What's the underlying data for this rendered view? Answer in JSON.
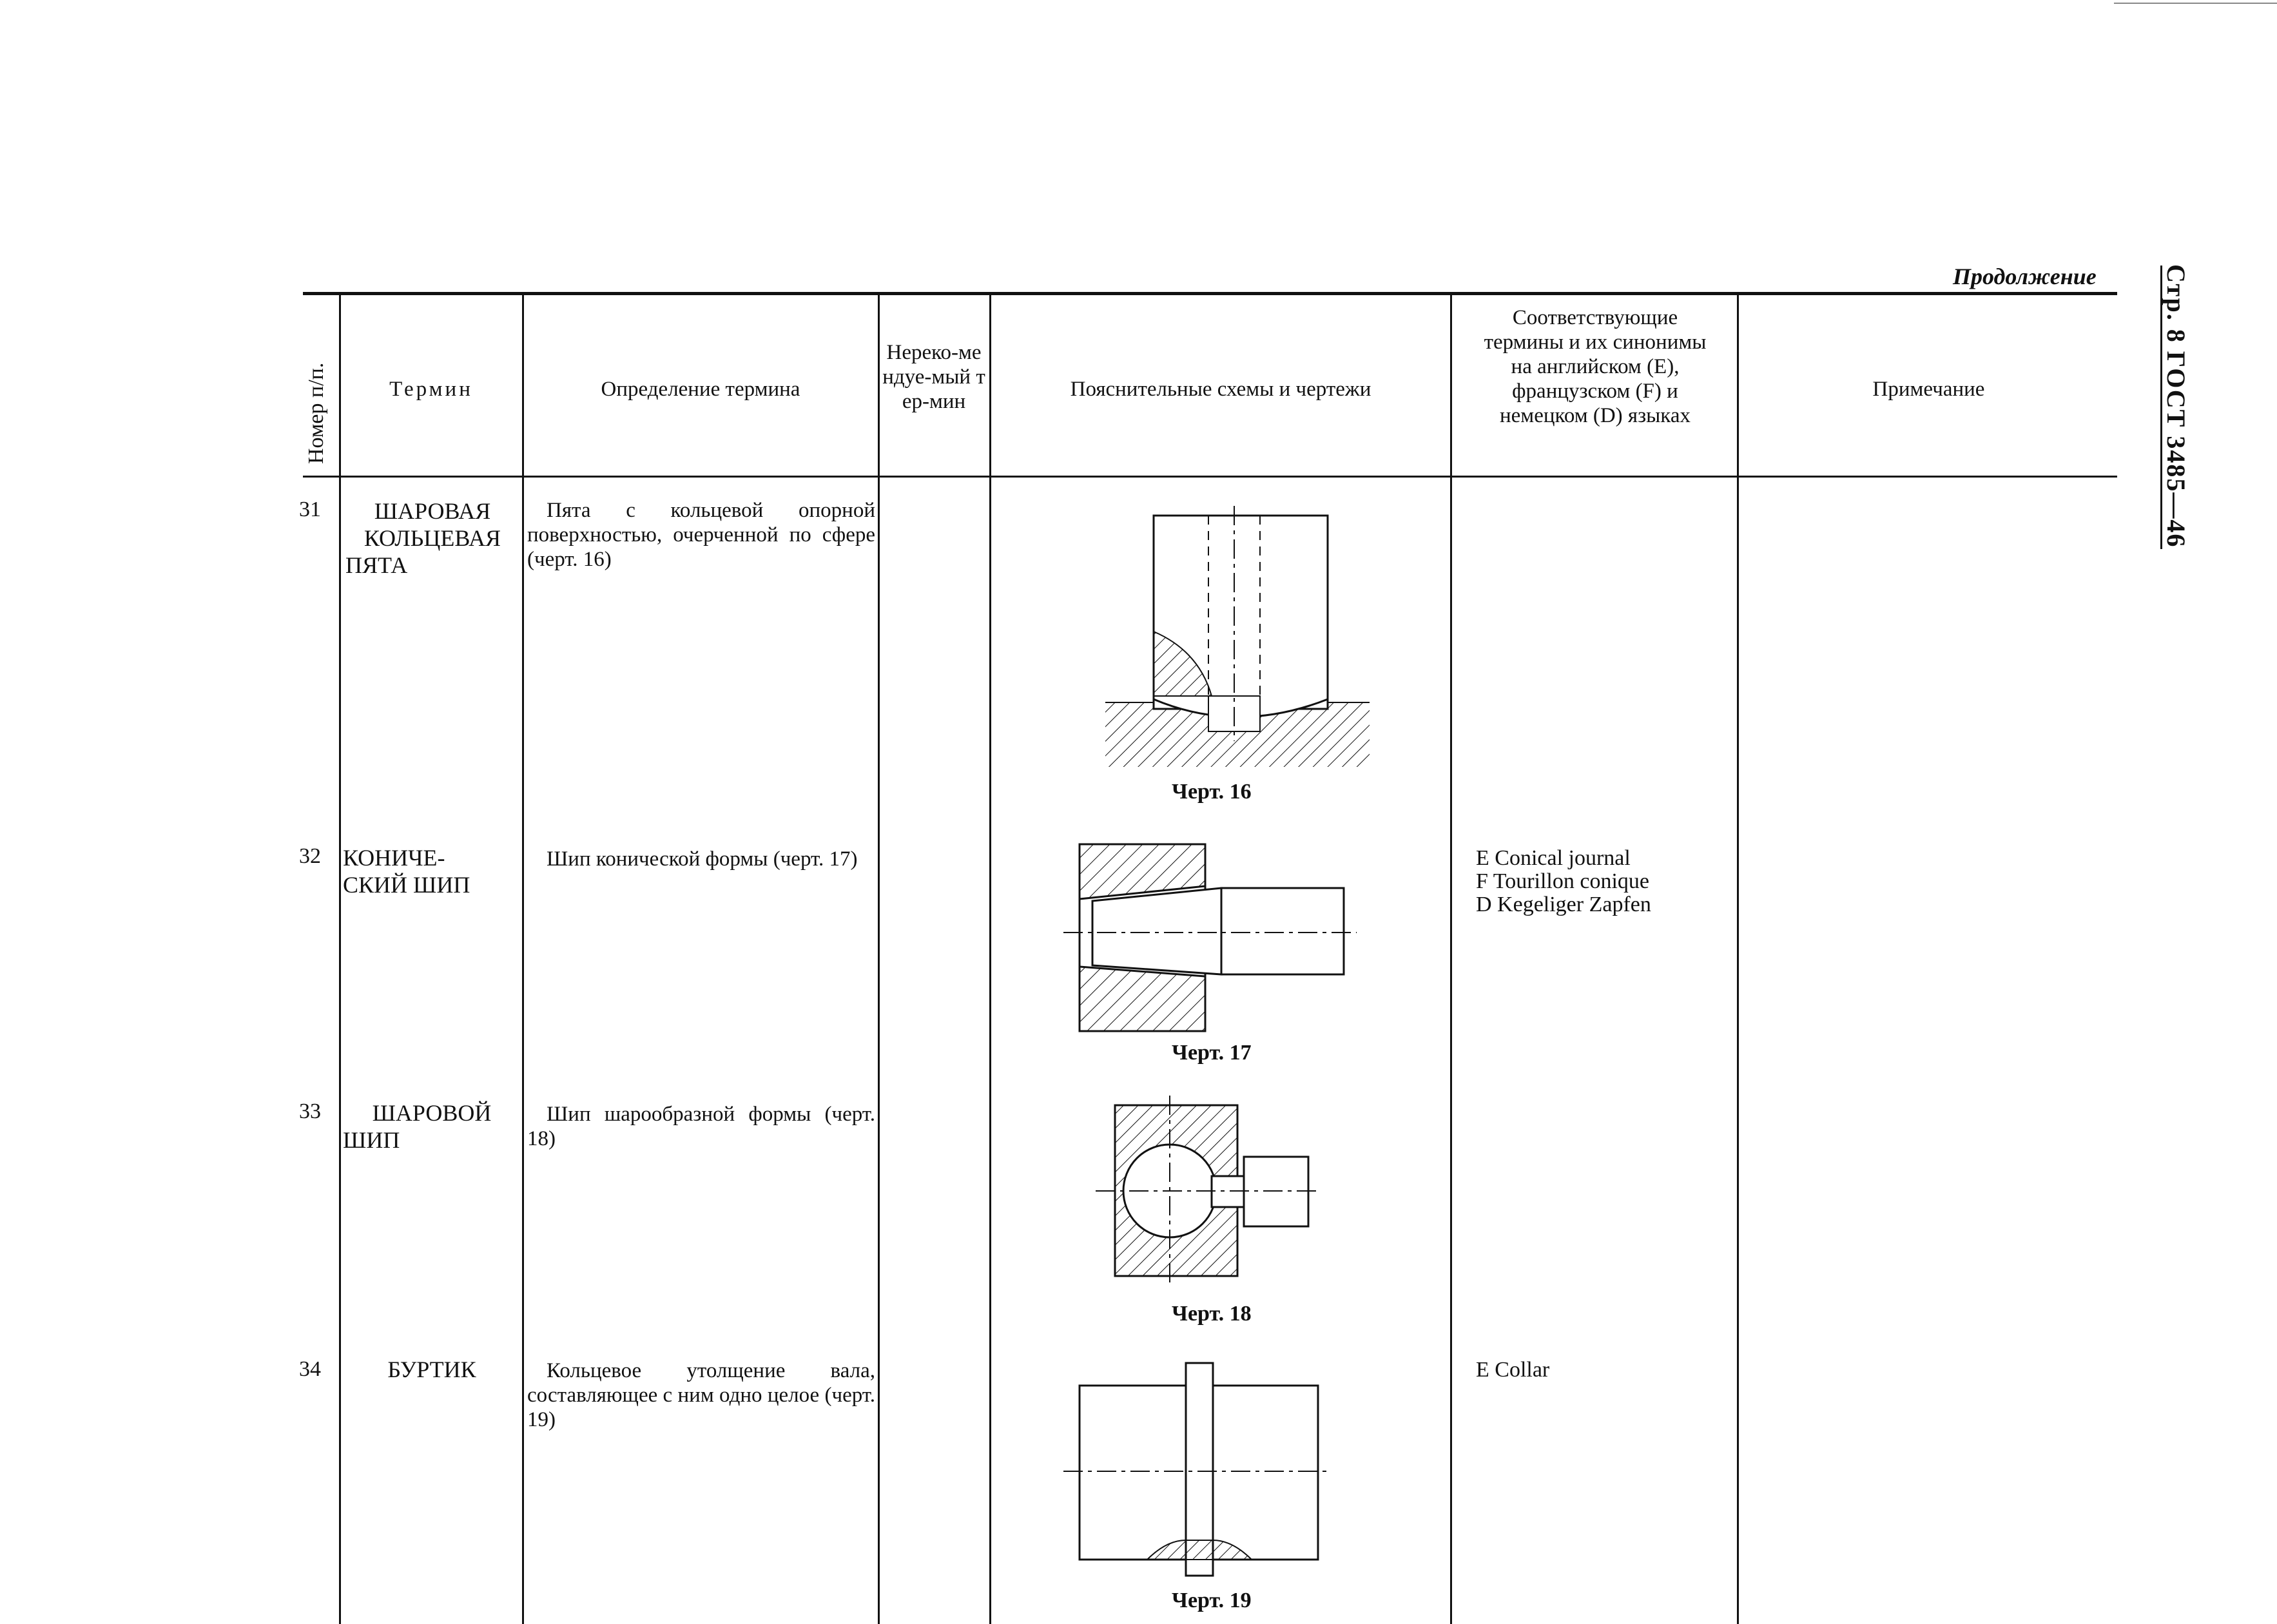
{
  "page": {
    "continuation": "Продолжение",
    "margin_header": "Стр. 8 ГОСТ 3485—46"
  },
  "header": {
    "number": "Номер п/п.",
    "term": "Термин",
    "definition": "Определение термина",
    "not_recommended": "Нереко-мендуе-мый тер-мин",
    "diagrams": "Пояснительные схемы и чертежи",
    "synonyms": "Соответствующие термины и их синонимы на английском (E), французском (F) и немецком (D) языках",
    "note": "Примечание"
  },
  "rows": [
    {
      "number": "31",
      "term": [
        "ШАРОВАЯ",
        "КОЛЬЦЕВАЯ",
        "ПЯТА"
      ],
      "definition": "Пята с кольцевой опорной поверхностью, очерченной по сфере (черт. 16)",
      "synonyms": [],
      "caption": "Черт. 16"
    },
    {
      "number": "32",
      "term": [
        "КОНИЧЕ-",
        "СКИЙ ШИП"
      ],
      "definition": "Шип конической формы (черт. 17)",
      "synonyms": [
        "E Conical journal",
        "F Tourillon conique",
        "D Kegeliger Zapfen"
      ],
      "caption": "Черт. 17"
    },
    {
      "number": "33",
      "term": [
        "ШАРОВОЙ",
        "ШИП"
      ],
      "definition": "Шип шарообразной формы (черт. 18)",
      "synonyms": [],
      "caption": "Черт. 18"
    },
    {
      "number": "34",
      "term": [
        "БУРТИК"
      ],
      "definition": "Кольцевое утолщение вала, составляющее с ним одно целое (черт. 19)",
      "synonyms": [
        "E Collar"
      ],
      "caption": "Черт. 19"
    }
  ]
}
